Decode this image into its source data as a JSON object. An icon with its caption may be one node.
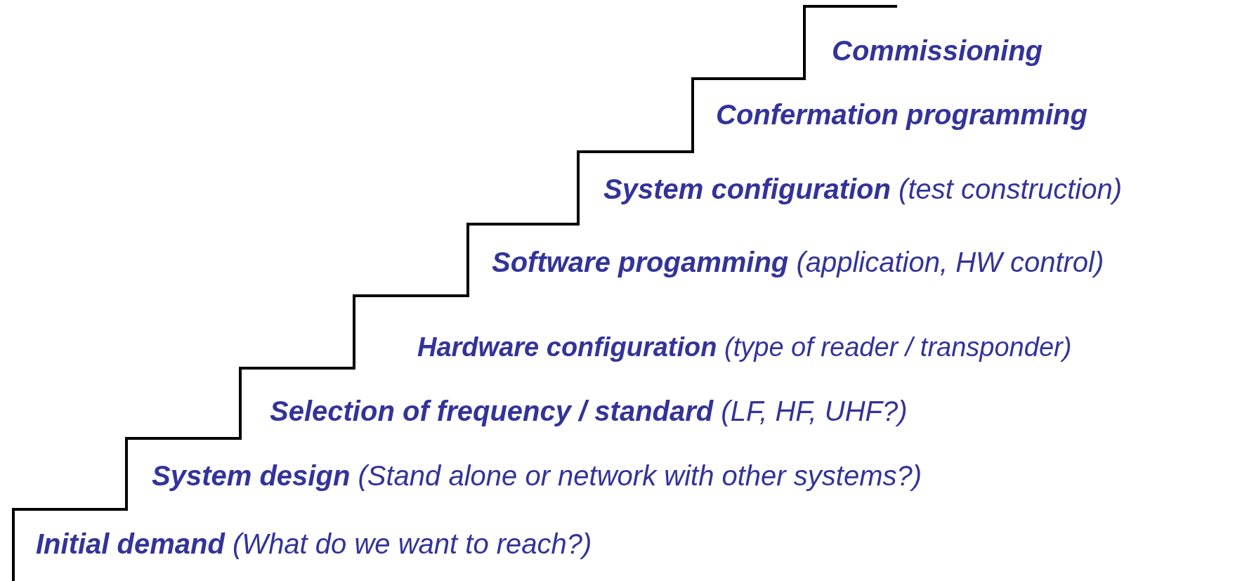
{
  "diagram": {
    "labels": [
      "**Initial demand** (What do we want to reach?)",
      "**System design** (Stand alone or network with other systems?)",
      "**Selection of frequency / standard** (LF, HF, UHF?)",
      "**Hardware configuration** (type of reader / transponder)",
      "**Software progamming** (application, HW control)",
      "**System configuration** (test construction)",
      "**Confermation programming**",
      "**Commissioning**"
    ]
  }
}
